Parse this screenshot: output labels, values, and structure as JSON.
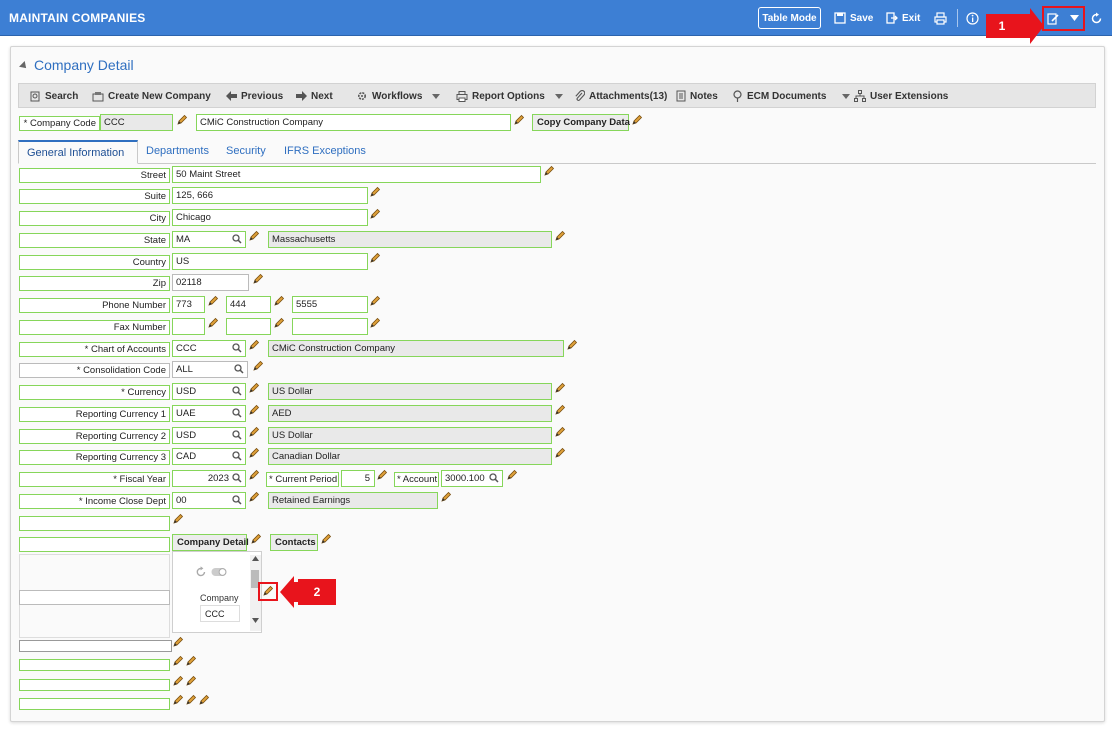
{
  "header": {
    "title": "MAINTAIN COMPANIES",
    "table_mode": "Table Mode",
    "save": "Save",
    "exit": "Exit"
  },
  "panel": {
    "title": "Company Detail"
  },
  "toolbar": {
    "search": "Search",
    "create_new": "Create New Company",
    "previous": "Previous",
    "next": "Next",
    "workflows": "Workflows",
    "report_options": "Report Options",
    "attachments": "Attachments(13)",
    "notes": "Notes",
    "ecm_documents": "ECM Documents",
    "user_extensions": "User Extensions"
  },
  "company": {
    "code_label": "* Company Code",
    "code": "CCC",
    "name": "CMiC Construction Company",
    "copy_button": "Copy Company Data"
  },
  "tabs": [
    "General Information",
    "Departments",
    "Security",
    "IFRS Exceptions"
  ],
  "form": {
    "street_label": "Street",
    "street": "50 Maint Street",
    "suite_label": "Suite",
    "suite": "125, 666",
    "city_label": "City",
    "city": "Chicago",
    "state_label": "State",
    "state": "MA",
    "state_name": "Massachusetts",
    "country_label": "Country",
    "country": "US",
    "zip_label": "Zip",
    "zip": "02118",
    "phone_label": "Phone Number",
    "phone1": "773",
    "phone2": "444",
    "phone3": "5555",
    "fax_label": "Fax Number",
    "coa_label": "* Chart of Accounts",
    "coa": "CCC",
    "coa_name": "CMiC Construction Company",
    "consol_label": "* Consolidation Code",
    "consol": "ALL",
    "currency_label": "* Currency",
    "currency": "USD",
    "currency_name": "US Dollar",
    "rep1_label": "Reporting Currency 1",
    "rep1": "UAE",
    "rep1_name": "AED",
    "rep2_label": "Reporting Currency 2",
    "rep2": "USD",
    "rep2_name": "US Dollar",
    "rep3_label": "Reporting Currency 3",
    "rep3": "CAD",
    "rep3_name": "Canadian Dollar",
    "fiscal_label": "* Fiscal Year",
    "fiscal": "2023",
    "period_label": "* Current Period",
    "period": "5",
    "account_label": "* Account",
    "account": "3000.100",
    "income_label": "* Income Close Dept",
    "income": "00",
    "income_name": "Retained Earnings"
  },
  "subtabs": {
    "company_detail": "Company Detail",
    "contacts": "Contacts"
  },
  "mini": {
    "label": "Company",
    "value": "CCC"
  },
  "callouts": {
    "one": "1",
    "two": "2"
  },
  "colors": {
    "header": "#3d7fd4",
    "field_border": "#86d65a",
    "callout": "#e8141c",
    "link": "#2f6fc0"
  }
}
